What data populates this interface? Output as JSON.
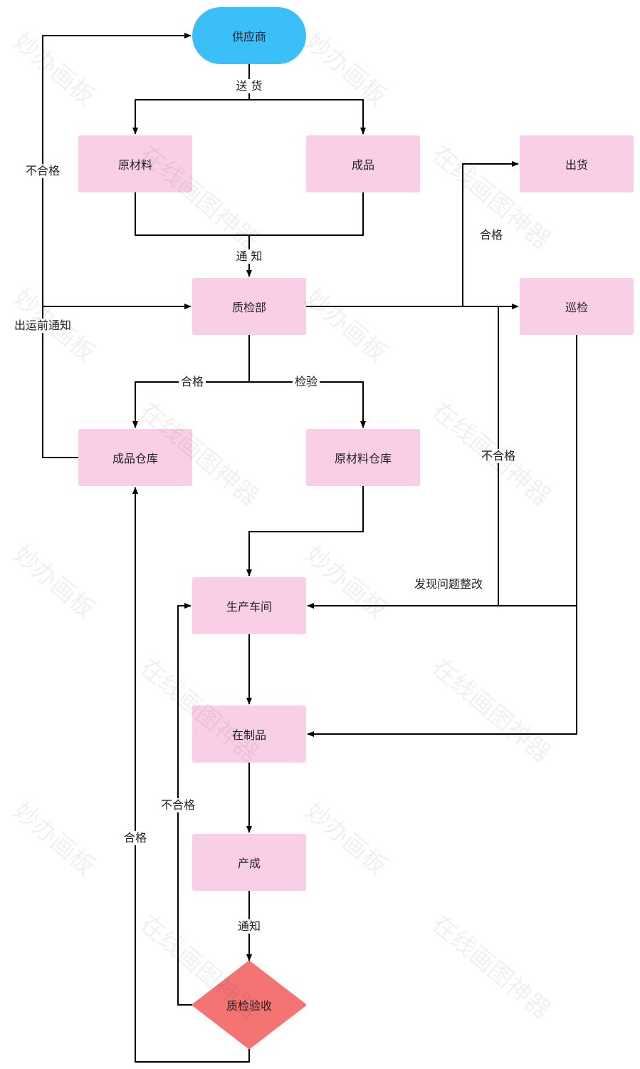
{
  "nodes": {
    "supplier": "供应商",
    "raw_material": "原材料",
    "finished_product": "成品",
    "shipping": "出货",
    "qc_dept": "质检部",
    "patrol_inspection": "巡检",
    "fg_warehouse": "成品仓库",
    "raw_warehouse": "原材料仓库",
    "workshop": "生产车间",
    "wip": "在制品",
    "output": "产成",
    "acceptance": "质检验收"
  },
  "edge_labels": {
    "deliver": "送 货",
    "notify1": "通 知",
    "reject_supplier": "不合格",
    "pre_ship_notice": "出运前通知",
    "pass_ship": "合格",
    "pass_fg": "合格",
    "inspect": "检验",
    "reject_qc": "不合格",
    "rectify": "发现问题整改",
    "notify2": "通知",
    "reject_accept": "不合格",
    "pass_accept": "合格"
  },
  "watermark": [
    "妙办画板",
    "在线画图神器"
  ],
  "colors": {
    "supplier": "#3bbff8",
    "process": "#f9cfe8",
    "decision": "#f47474",
    "line": "#000000"
  }
}
